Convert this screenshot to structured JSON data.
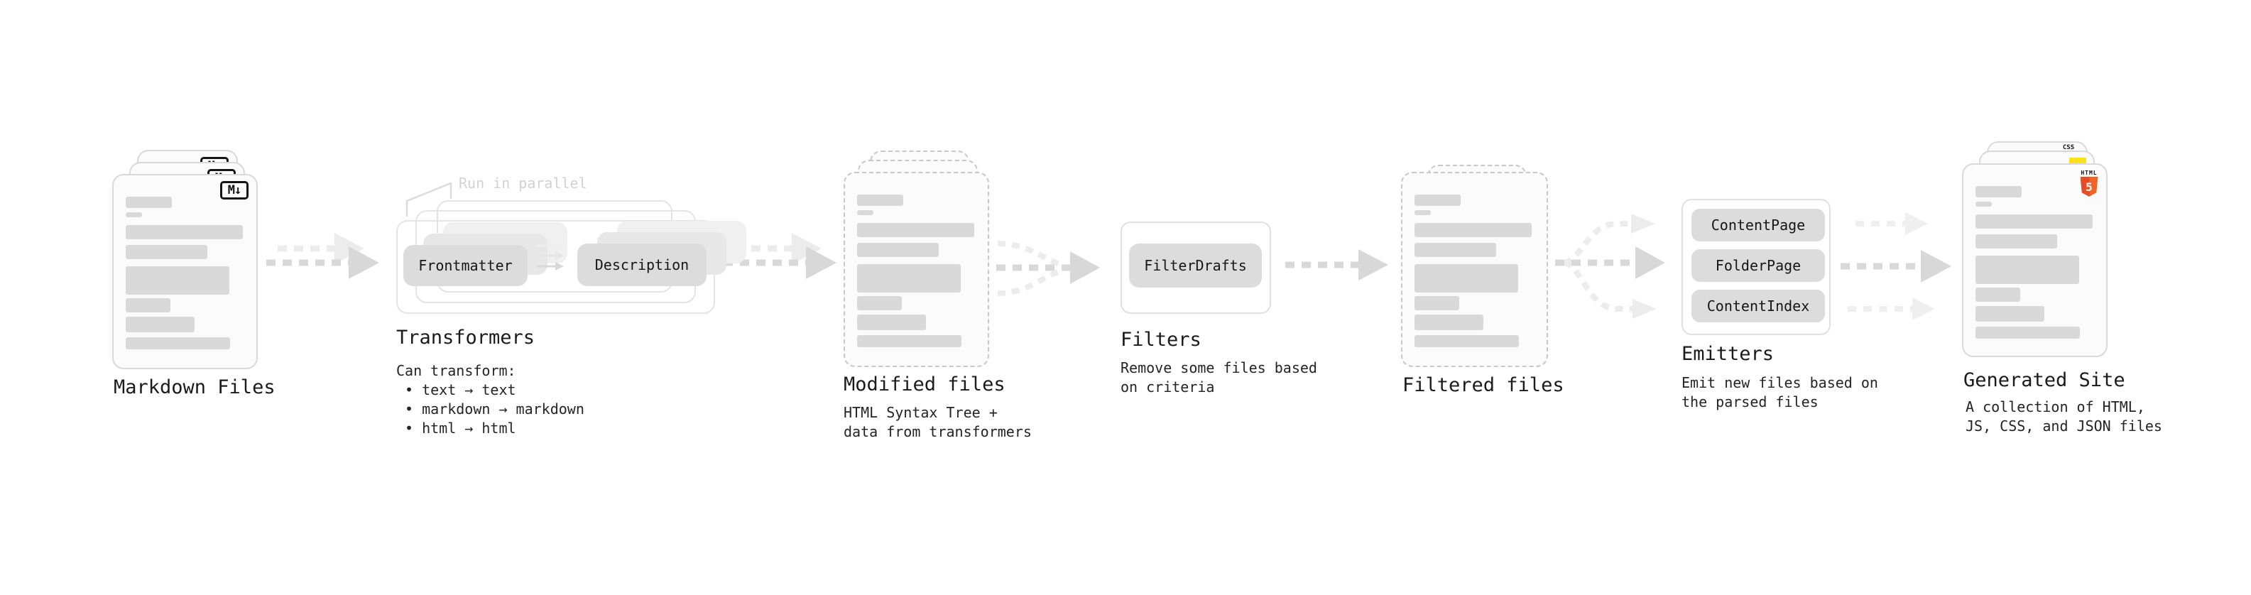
{
  "stages": {
    "markdown_files": {
      "label": "Markdown Files",
      "badge": "M↓"
    },
    "transformers": {
      "label": "Transformers",
      "annotation": "Run in parallel",
      "pills": [
        "Frontmatter",
        "Description"
      ],
      "notes_title": "Can transform:",
      "notes": [
        "• text → text",
        "• markdown → markdown",
        "• html → html"
      ]
    },
    "modified_files": {
      "label": "Modified files",
      "subtitle": [
        "HTML Syntax Tree +",
        "data from transformers"
      ]
    },
    "filters": {
      "label": "Filters",
      "pill": "FilterDrafts",
      "subtitle": [
        "Remove some files based",
        "on criteria"
      ]
    },
    "filtered_files": {
      "label": "Filtered files"
    },
    "emitters": {
      "label": "Emitters",
      "pills": [
        "ContentPage",
        "FolderPage",
        "ContentIndex"
      ],
      "subtitle": [
        "Emit new files based on",
        "the parsed files"
      ]
    },
    "generated_site": {
      "label": "Generated Site",
      "subtitle": [
        "A collection of HTML,",
        "JS, CSS, and JSON files"
      ],
      "badges": {
        "css_label": "CSS",
        "html_label": "HTML",
        "html_number": "5"
      }
    }
  },
  "colors": {
    "html5_orange_left": "#e44d26",
    "html5_orange_right": "#f16529",
    "js_yellow": "#ffe01a",
    "css_blue": "#2862e9",
    "skeleton_gray": "#d9d9d9",
    "arrow_dark": "#d8d8d8",
    "arrow_light": "#ececec"
  }
}
